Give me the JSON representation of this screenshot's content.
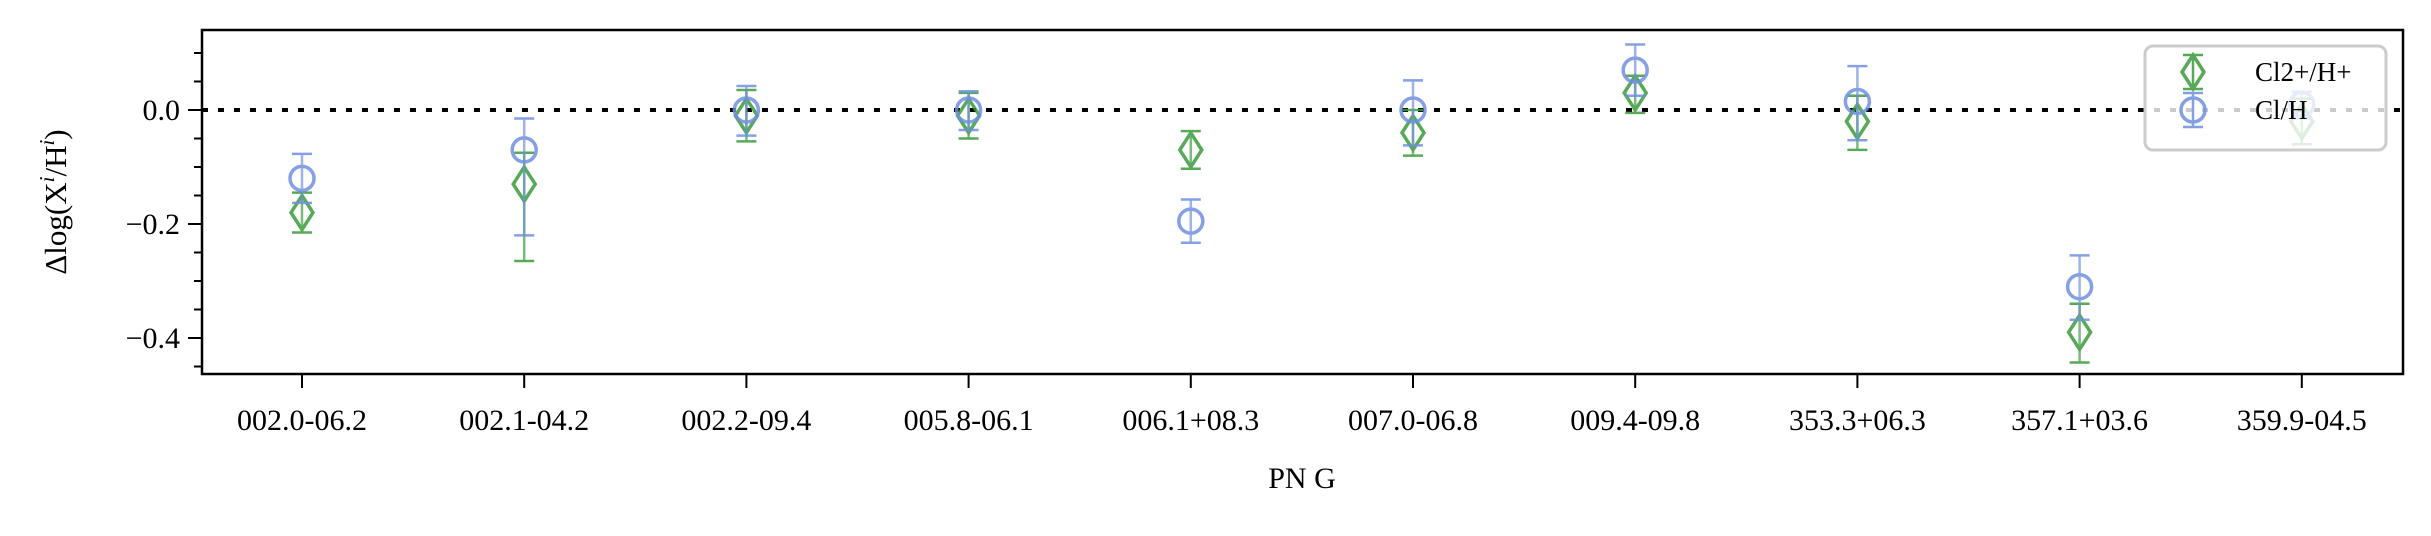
{
  "chart_data": {
    "type": "scatter",
    "subtype": "errorbar",
    "title": "",
    "xlabel": "PN G",
    "ylabel": "Δlog(X^i/H^i)",
    "ylabel_parts": {
      "prefix": "Δlog(X",
      "sup1": "i",
      "mid": "/H",
      "sup2": "i",
      "suffix": ")"
    },
    "categories": [
      "002.0-06.2",
      "002.1-04.2",
      "002.2-09.4",
      "005.8-06.1",
      "006.1+08.3",
      "007.0-06.8",
      "009.4-09.8",
      "353.3+06.3",
      "357.1+03.6",
      "359.9-04.5"
    ],
    "ylim": [
      -0.463,
      0.14
    ],
    "yticks": [
      -0.4,
      -0.2,
      0.0
    ],
    "ytick_labels": [
      "−0.4",
      "−0.2",
      "0.0"
    ],
    "yminor_step": 0.05,
    "grid": false,
    "reference_line": {
      "y": 0.0,
      "style": "dotted",
      "color": "#000000"
    },
    "legend": {
      "position": "upper right",
      "entries": [
        "Cl2+/H+",
        "Cl/H"
      ]
    },
    "series": [
      {
        "name": "Cl2+/H+",
        "marker": "diamond",
        "color": "#3a9a3a",
        "values": [
          -0.18,
          -0.13,
          -0.01,
          -0.01,
          -0.07,
          -0.04,
          0.03,
          -0.02,
          -0.39,
          -0.02
        ],
        "err_low": [
          0.035,
          0.135,
          0.045,
          0.04,
          0.033,
          0.04,
          0.035,
          0.05,
          0.053,
          0.04
        ],
        "err_high": [
          0.035,
          0.055,
          0.045,
          0.04,
          0.033,
          0.04,
          0.03,
          0.045,
          0.05,
          0.04
        ]
      },
      {
        "name": "Cl/H",
        "marker": "circle",
        "color": "#6f8fe0",
        "values": [
          -0.12,
          -0.07,
          0.0,
          0.0,
          -0.195,
          0.0,
          0.07,
          0.015,
          -0.31,
          0.01
        ],
        "err_low": [
          0.043,
          0.15,
          0.045,
          0.035,
          0.038,
          0.062,
          0.045,
          0.068,
          0.058,
          0.025
        ],
        "err_high": [
          0.043,
          0.055,
          0.042,
          0.033,
          0.038,
          0.052,
          0.045,
          0.062,
          0.055,
          0.022
        ]
      }
    ]
  }
}
